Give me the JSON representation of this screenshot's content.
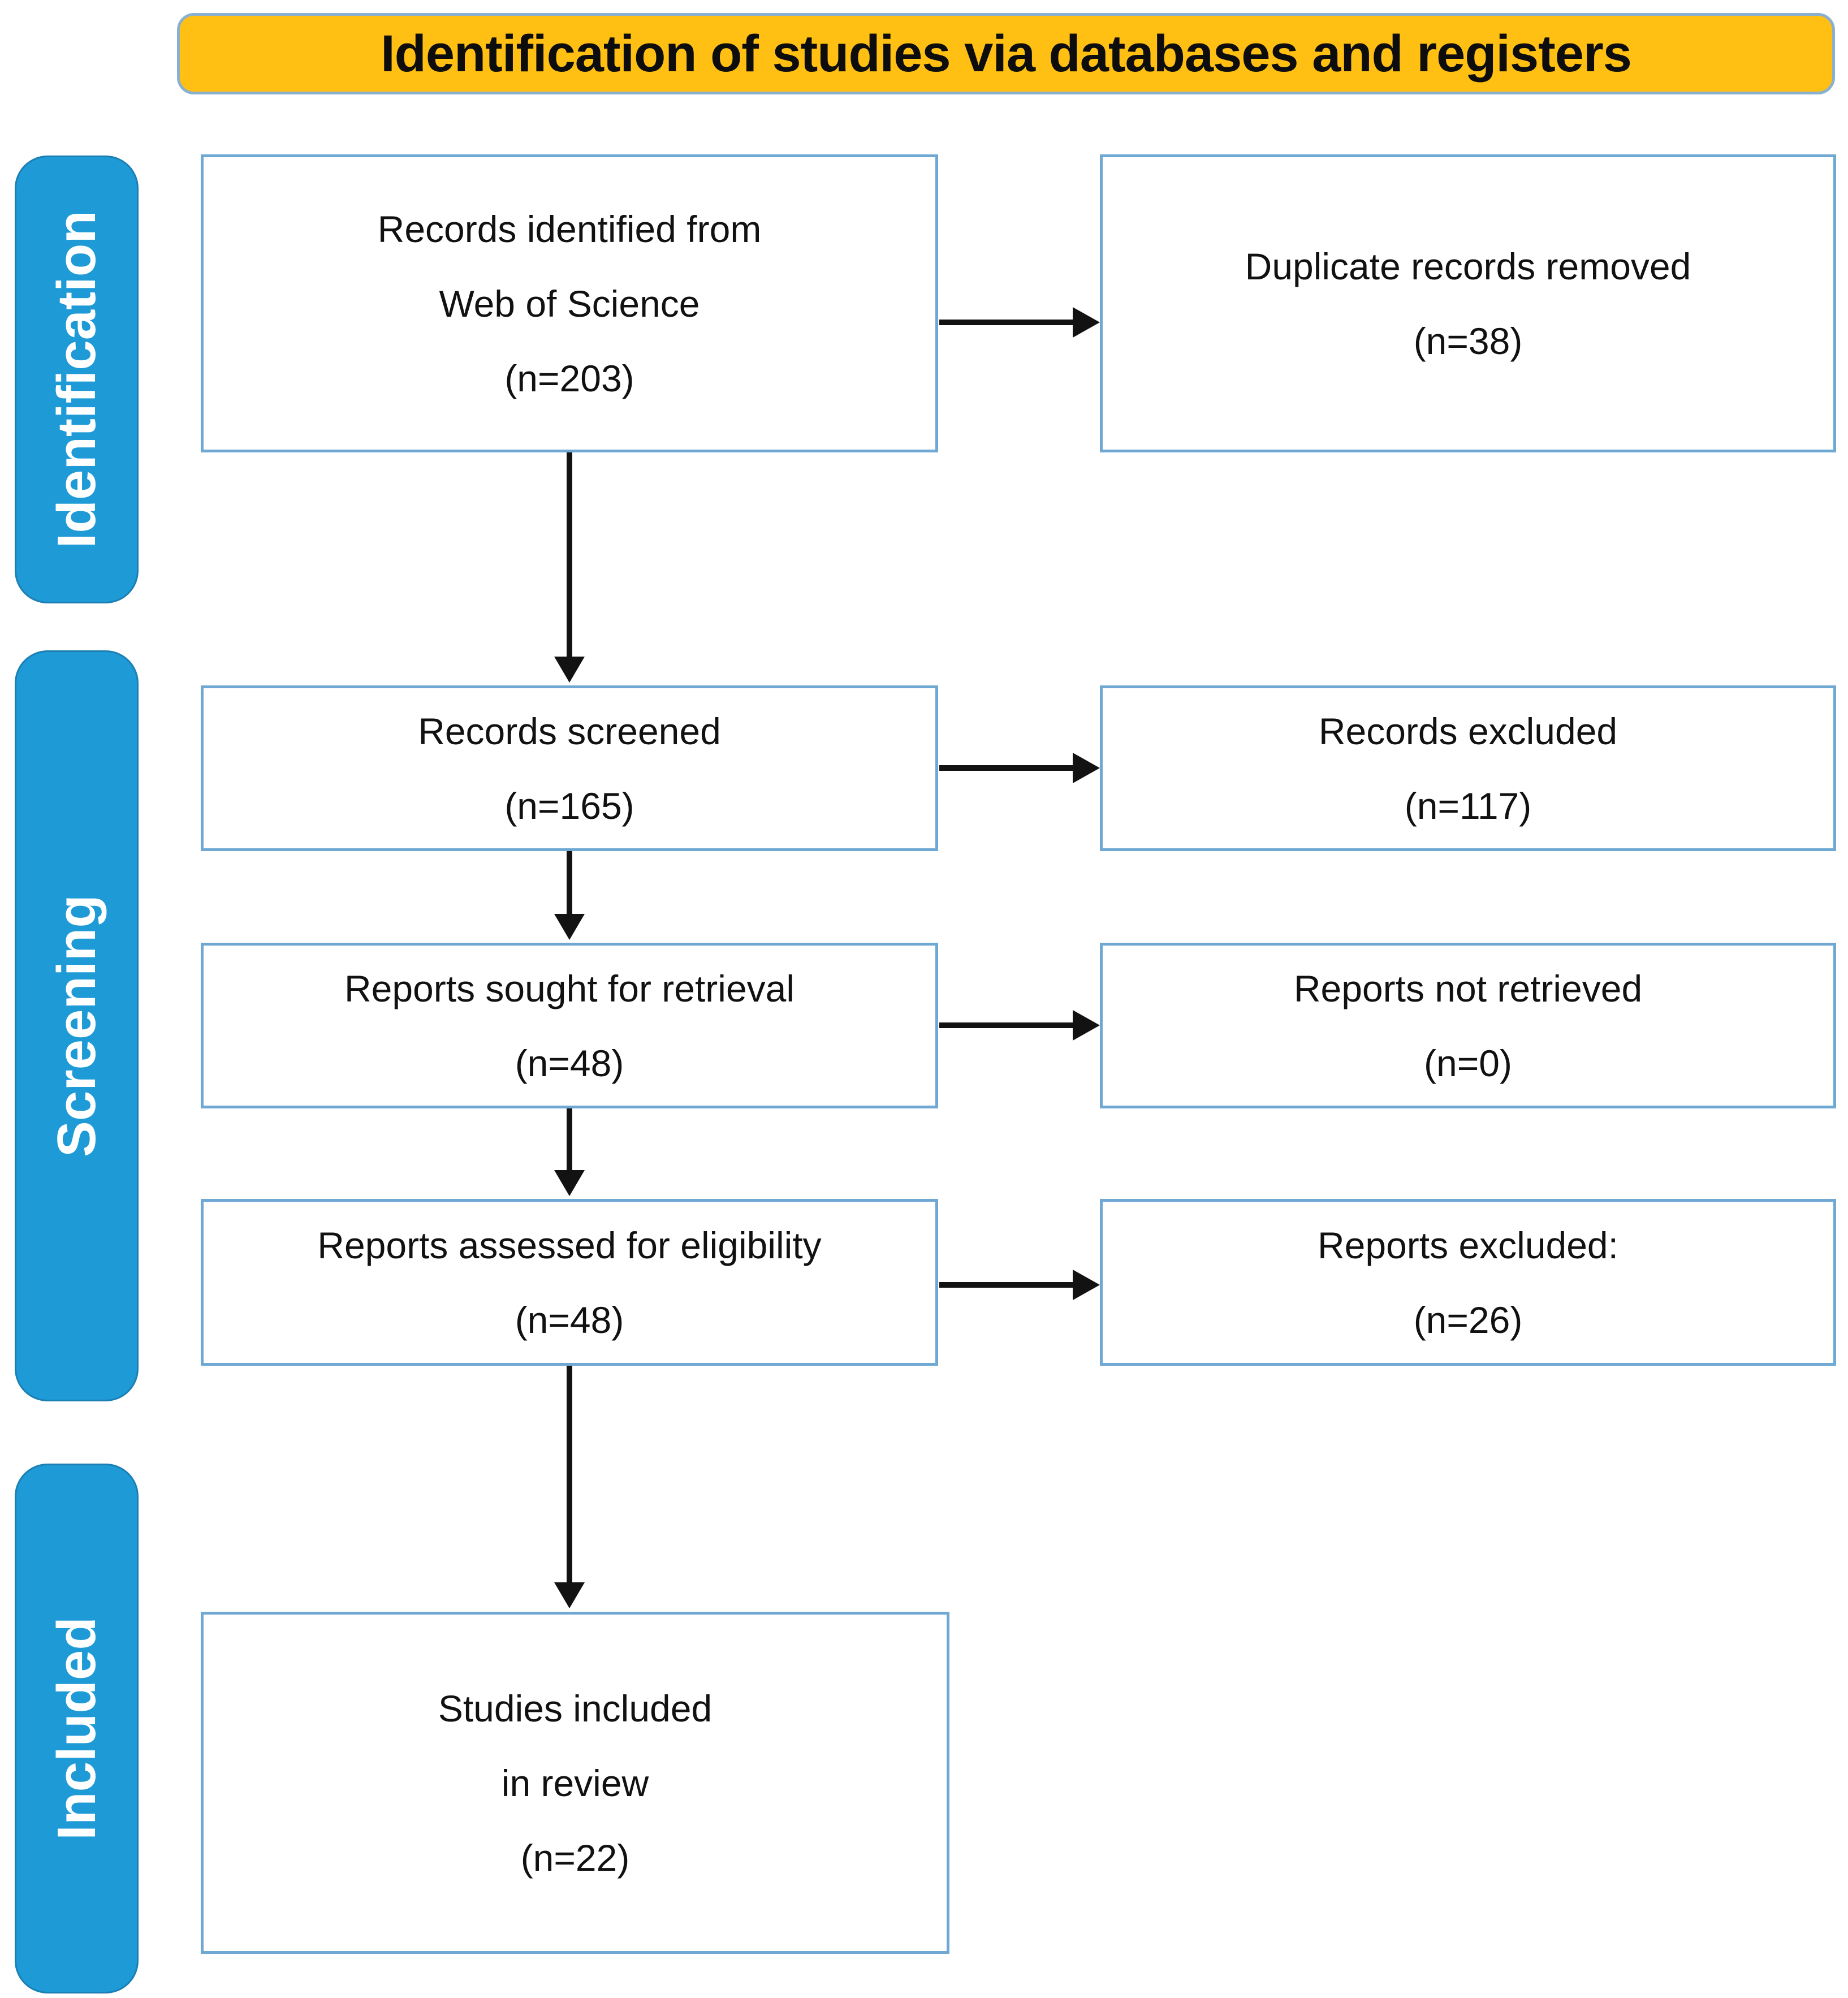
{
  "banner": {
    "title": "Identification of studies via databases and registers"
  },
  "stages": [
    {
      "label": "Identification"
    },
    {
      "label": "Screening"
    },
    {
      "label": "Included"
    }
  ],
  "boxes": {
    "records_identified": {
      "lines": [
        "Records identified from",
        "Web of Science",
        "(n=203)"
      ]
    },
    "duplicates_removed": {
      "lines": [
        "Duplicate records removed",
        "(n=38)"
      ]
    },
    "records_screened": {
      "lines": [
        "Records screened",
        "(n=165)"
      ]
    },
    "records_excluded": {
      "lines": [
        "Records excluded",
        "(n=117)"
      ]
    },
    "reports_sought": {
      "lines": [
        "Reports sought for retrieval",
        "(n=48)"
      ]
    },
    "reports_not_retrieved": {
      "lines": [
        "Reports not retrieved",
        "(n=0)"
      ]
    },
    "reports_assessed": {
      "lines": [
        "Reports assessed for eligibility",
        "(n=48)"
      ]
    },
    "reports_excluded": {
      "lines": [
        "Reports excluded:",
        "(n=26)"
      ]
    },
    "studies_included": {
      "lines": [
        "Studies included",
        "in review",
        "(n=22)"
      ]
    }
  },
  "colors": {
    "banner_fill": "#FFC013",
    "banner_border": "#8AB0D0",
    "stage_fill": "#1E9AD6",
    "stage_border": "#1B7FB4",
    "stage_text": "#FFFFFF",
    "box_border": "#6FA8D3",
    "arrow": "#121212"
  }
}
